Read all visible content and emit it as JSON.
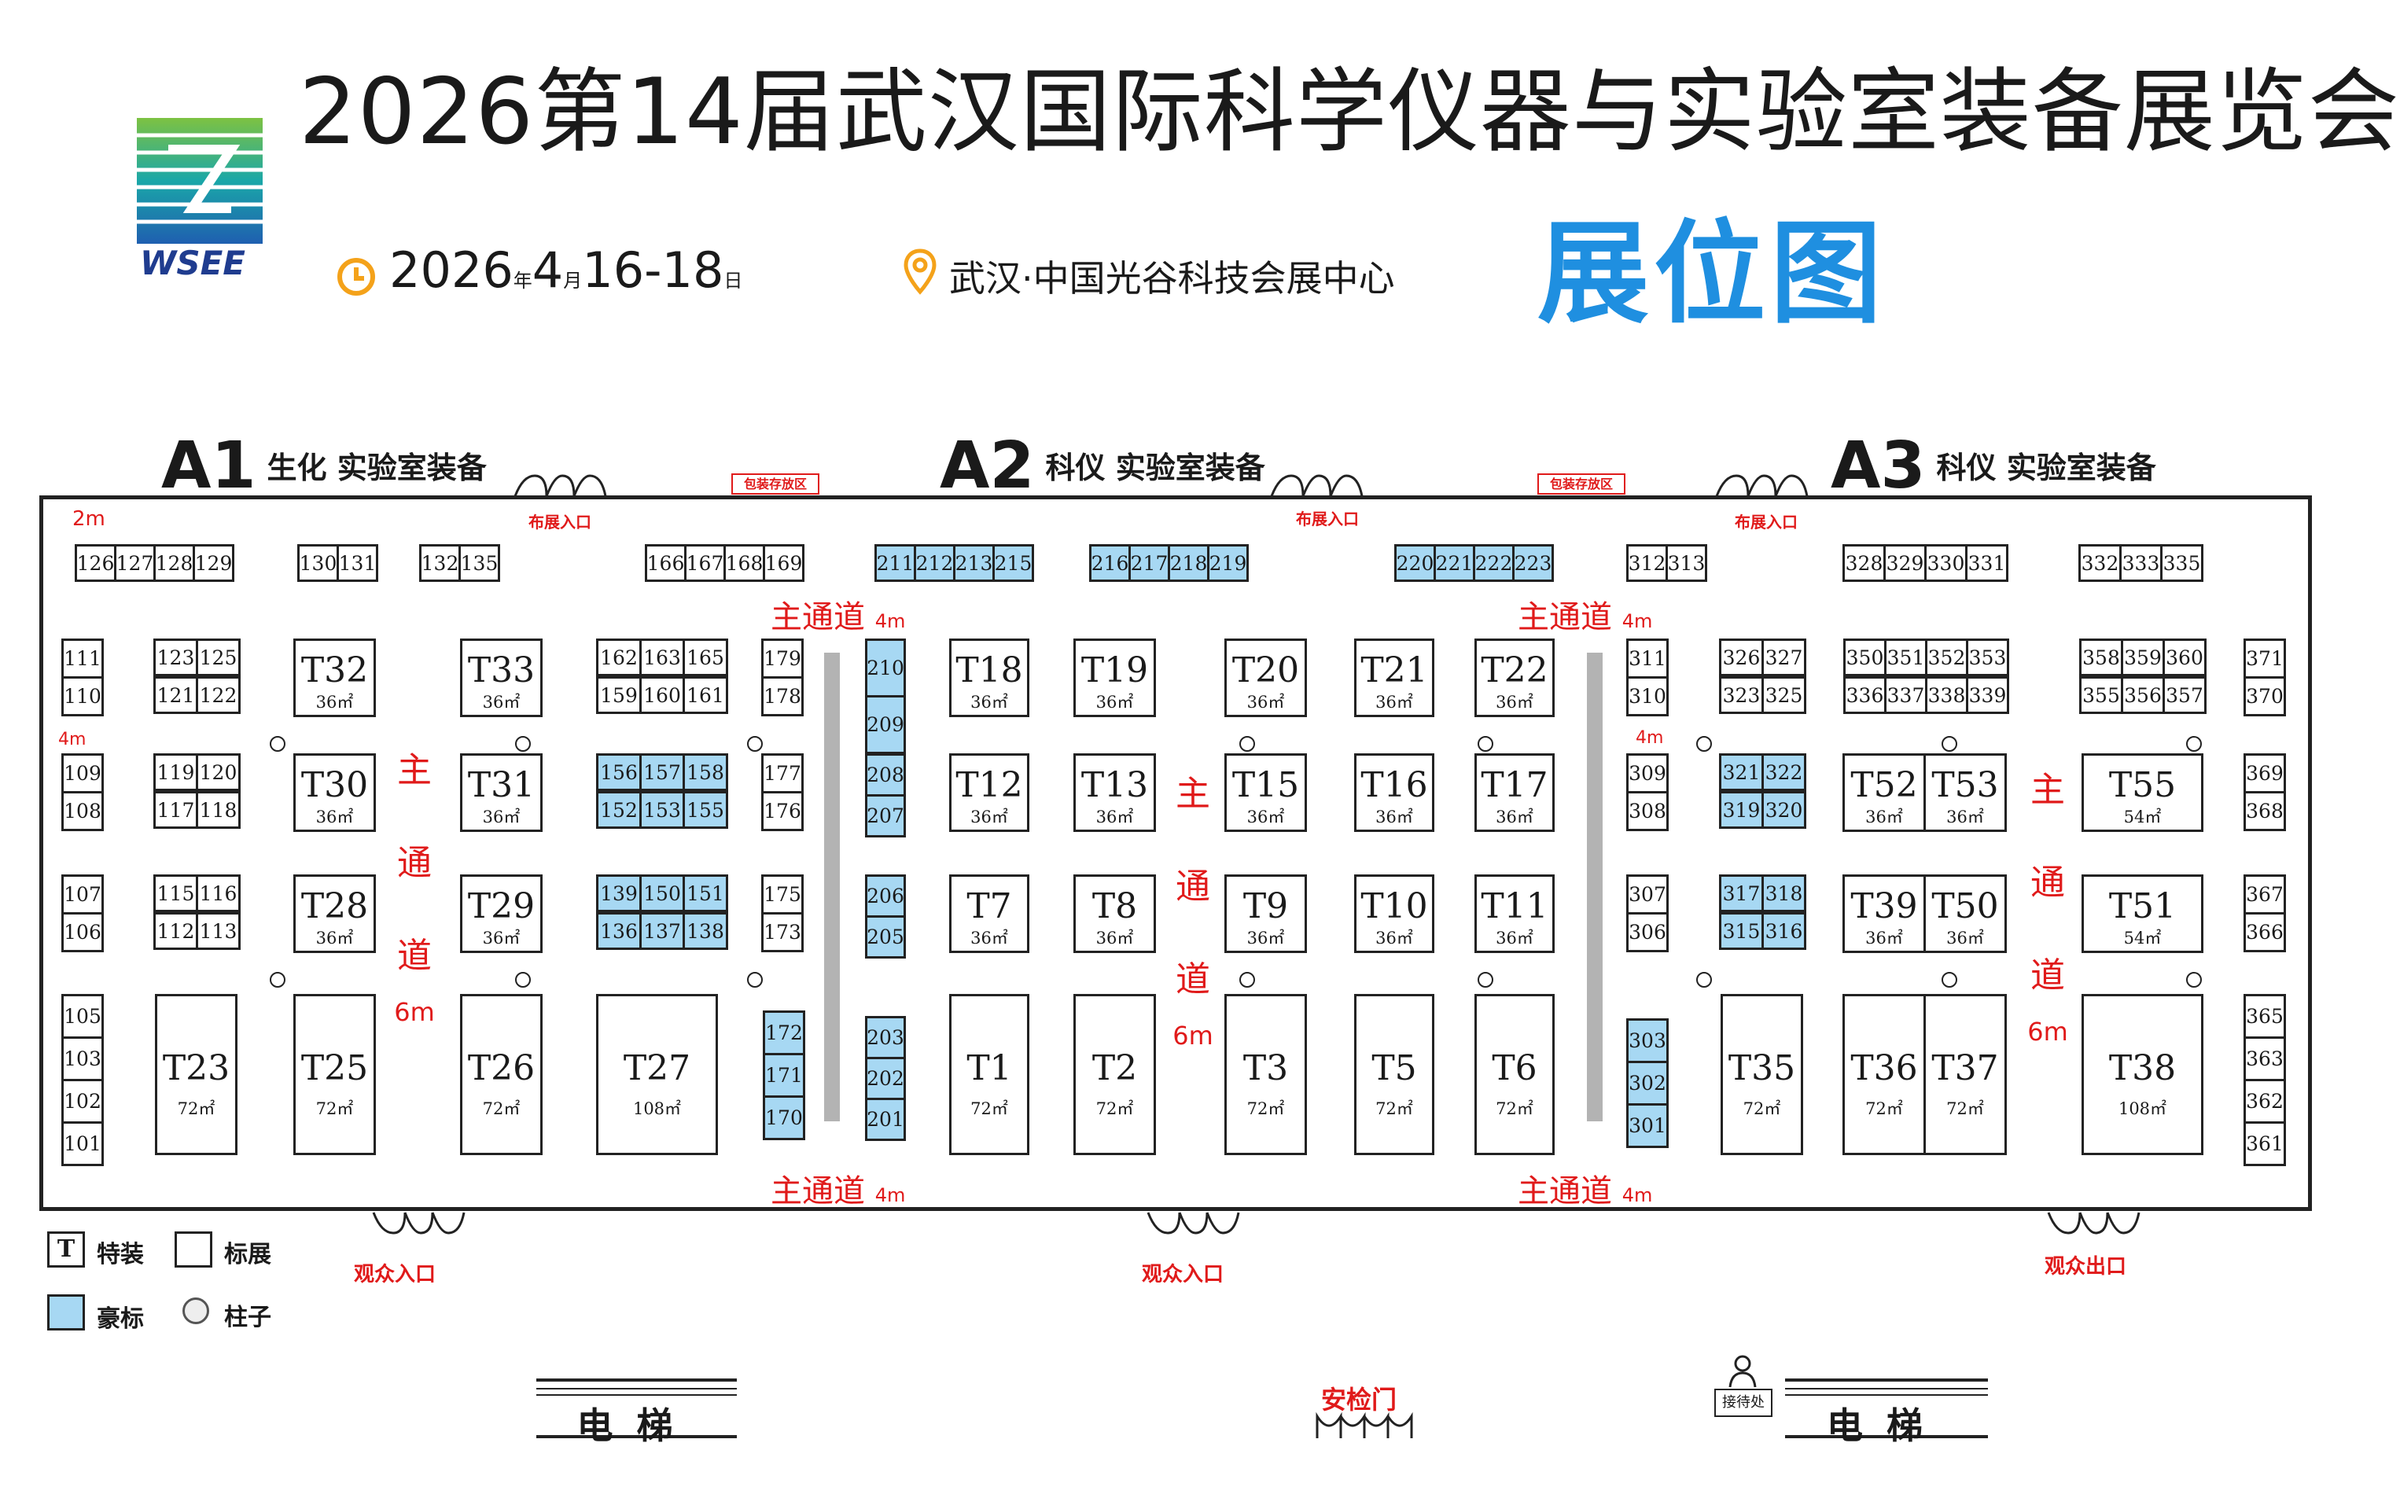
{
  "header": {
    "title": "2026第14届武汉国际科学仪器与实验室装备展览会",
    "logo_text": "WSEE",
    "date_year": "2026",
    "date_year_unit": "年",
    "date_month": "4",
    "date_month_unit": "月",
    "date_days": "16-18",
    "date_day_unit": "日",
    "venue": "武汉·中国光谷科技会展中心",
    "map_title": "展位图"
  },
  "halls": [
    {
      "code": "A1",
      "name": "生化 实验室装备"
    },
    {
      "code": "A2",
      "name": "科仪 实验室装备"
    },
    {
      "code": "A3",
      "name": "科仪 实验室装备"
    }
  ],
  "labels": {
    "setup_entrance": "布展入口",
    "packing_area": "包装存放区",
    "main_aisle": "主通道",
    "main_aisle_top_width": "4m",
    "vertical_aisle_chars": [
      "主",
      "通",
      "道"
    ],
    "vertical_aisle_width": "6m",
    "width_2m": "2m",
    "width_4m": "4m",
    "visitor_entrance": "观众入口",
    "visitor_exit": "观众出口",
    "elevator": "电梯",
    "security_gate": "安检门",
    "reception": "接待处"
  },
  "legend": {
    "special_mark": "T",
    "special": "特装",
    "standard": "标展",
    "premium": "豪标",
    "pillar": "柱子"
  },
  "colors": {
    "premium_booth": "#a7d8f3",
    "aisle_text": "#e01a1a",
    "map_title": "#1f8fe0",
    "logo_text": "#1f3c8f"
  },
  "standard_booths": [
    "126",
    "127",
    "128",
    "129",
    "130",
    "131",
    "132",
    "135",
    "166",
    "167",
    "168",
    "169",
    "312",
    "313",
    "328",
    "329",
    "330",
    "331",
    "332",
    "333",
    "335",
    "111",
    "110",
    "123",
    "125",
    "121",
    "122",
    "162",
    "163",
    "165",
    "159",
    "160",
    "161",
    "179",
    "178",
    "311",
    "310",
    "326",
    "327",
    "323",
    "325",
    "350",
    "351",
    "352",
    "353",
    "336",
    "337",
    "338",
    "339",
    "358",
    "359",
    "360",
    "355",
    "356",
    "357",
    "371",
    "370",
    "109",
    "108",
    "119",
    "120",
    "117",
    "118",
    "177",
    "176",
    "309",
    "308",
    "369",
    "368",
    "107",
    "106",
    "115",
    "116",
    "112",
    "113",
    "175",
    "173",
    "307",
    "306",
    "367",
    "366",
    "105",
    "103",
    "102",
    "101",
    "365",
    "363",
    "362",
    "361"
  ],
  "premium_booths": [
    "211",
    "212",
    "213",
    "215",
    "216",
    "217",
    "218",
    "219",
    "220",
    "221",
    "222",
    "223",
    "210",
    "209",
    "208",
    "207",
    "206",
    "205",
    "203",
    "202",
    "201",
    "156",
    "157",
    "158",
    "152",
    "153",
    "155",
    "139",
    "150",
    "151",
    "136",
    "137",
    "138",
    "172",
    "171",
    "170",
    "321",
    "322",
    "319",
    "320",
    "317",
    "318",
    "315",
    "316",
    "303",
    "302",
    "301"
  ],
  "special_booths": [
    {
      "id": "T32",
      "area": "36㎡"
    },
    {
      "id": "T33",
      "area": "36㎡"
    },
    {
      "id": "T30",
      "area": "36㎡"
    },
    {
      "id": "T31",
      "area": "36㎡"
    },
    {
      "id": "T28",
      "area": "36㎡"
    },
    {
      "id": "T29",
      "area": "36㎡"
    },
    {
      "id": "T23",
      "area": "72㎡"
    },
    {
      "id": "T25",
      "area": "72㎡"
    },
    {
      "id": "T26",
      "area": "72㎡"
    },
    {
      "id": "T27",
      "area": "108㎡"
    },
    {
      "id": "T18",
      "area": "36㎡"
    },
    {
      "id": "T19",
      "area": "36㎡"
    },
    {
      "id": "T20",
      "area": "36㎡"
    },
    {
      "id": "T21",
      "area": "36㎡"
    },
    {
      "id": "T22",
      "area": "36㎡"
    },
    {
      "id": "T12",
      "area": "36㎡"
    },
    {
      "id": "T13",
      "area": "36㎡"
    },
    {
      "id": "T15",
      "area": "36㎡"
    },
    {
      "id": "T16",
      "area": "36㎡"
    },
    {
      "id": "T17",
      "area": "36㎡"
    },
    {
      "id": "T7",
      "area": "36㎡"
    },
    {
      "id": "T8",
      "area": "36㎡"
    },
    {
      "id": "T9",
      "area": "36㎡"
    },
    {
      "id": "T10",
      "area": "36㎡"
    },
    {
      "id": "T11",
      "area": "36㎡"
    },
    {
      "id": "T1",
      "area": "72㎡"
    },
    {
      "id": "T2",
      "area": "72㎡"
    },
    {
      "id": "T3",
      "area": "72㎡"
    },
    {
      "id": "T5",
      "area": "72㎡"
    },
    {
      "id": "T6",
      "area": "72㎡"
    },
    {
      "id": "T52",
      "area": "36㎡"
    },
    {
      "id": "T53",
      "area": "36㎡"
    },
    {
      "id": "T55",
      "area": "54㎡"
    },
    {
      "id": "T39",
      "area": "36㎡"
    },
    {
      "id": "T50",
      "area": "36㎡"
    },
    {
      "id": "T51",
      "area": "54㎡"
    },
    {
      "id": "T35",
      "area": "72㎡"
    },
    {
      "id": "T36",
      "area": "72㎡"
    },
    {
      "id": "T37",
      "area": "72㎡"
    },
    {
      "id": "T38",
      "area": "108㎡"
    }
  ]
}
